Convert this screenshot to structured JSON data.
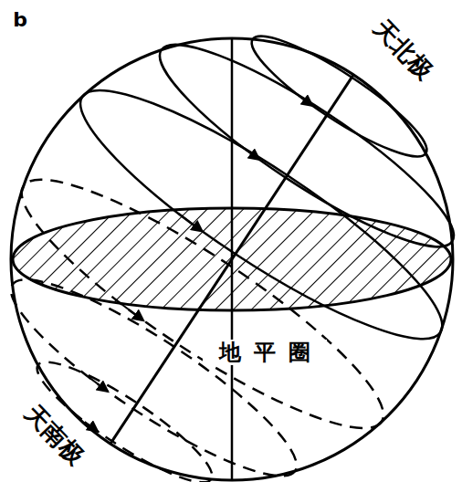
{
  "diagram": {
    "labels": [
      "b",
      "天北极",
      "天南极",
      "地平圈"
    ]
  }
}
